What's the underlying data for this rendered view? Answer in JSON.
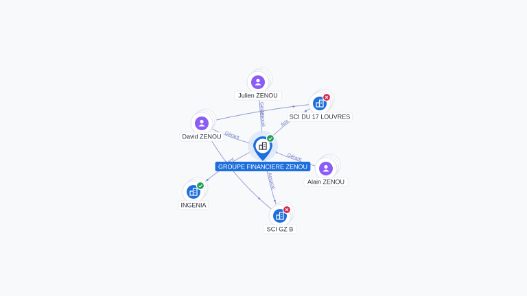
{
  "colors": {
    "person": "#8b5cf6",
    "company": "#1d6fdc",
    "main": "#1d6fdc",
    "status_ok": "#1f9d55",
    "status_closed": "#d6264a",
    "edge": "#7b86c7"
  },
  "center": {
    "label": "GROUPE FINANCIERE ZENOU",
    "icon": "building-icon",
    "status": "active"
  },
  "nodes": [
    {
      "id": "julien",
      "label": "Julien ZENOU",
      "kind": "person",
      "icon": "person-icon",
      "status": null
    },
    {
      "id": "sci17",
      "label": "SCI DU 17 LOUVRES",
      "kind": "company",
      "icon": "building-icon",
      "status": "closed"
    },
    {
      "id": "david",
      "label": "David ZENOU",
      "kind": "person",
      "icon": "person-icon",
      "status": null
    },
    {
      "id": "alain",
      "label": "Alain ZENOU",
      "kind": "person",
      "icon": "person-icon",
      "status": null
    },
    {
      "id": "ingenia",
      "label": "INGENIA",
      "kind": "company",
      "icon": "building-icon",
      "status": "active"
    },
    {
      "id": "scigzb",
      "label": "SCI GZ B",
      "kind": "company",
      "icon": "building-icon",
      "status": "closed"
    }
  ],
  "edges": [
    {
      "from": "julien",
      "to": "center",
      "labels": [
        "Gérant",
        "Associé"
      ]
    },
    {
      "from": "david",
      "to": "center",
      "labels": [
        "Gérant"
      ]
    },
    {
      "from": "alain",
      "to": "center",
      "labels": [
        "Gérant"
      ]
    },
    {
      "from": "center",
      "to": "sci17",
      "labels": [
        "Associé"
      ]
    },
    {
      "from": "center",
      "to": "ingenia",
      "labels": [
        "Président"
      ]
    },
    {
      "from": "center",
      "to": "scigzb",
      "labels": [
        "Associé"
      ]
    },
    {
      "from": "david",
      "to": "sci17",
      "labels": []
    },
    {
      "from": "david",
      "to": "scigzb",
      "labels": []
    }
  ]
}
